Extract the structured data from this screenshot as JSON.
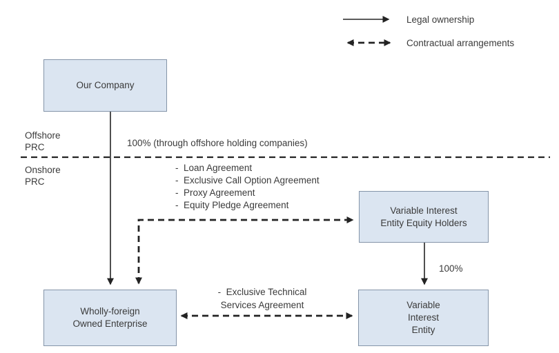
{
  "legend": {
    "legal_ownership": "Legal ownership",
    "contractual_arrangements": "Contractual arrangements"
  },
  "regions": {
    "offshore": "Offshore\nPRC",
    "onshore": "Onshore\nPRC"
  },
  "annotations": {
    "offshore_ownership": "100% (through offshore holding companies)",
    "vie_agreements": "-  Loan Agreement\n-  Exclusive Call Option Agreement\n-  Proxy Agreement\n-  Equity Pledge Agreement",
    "services_agreement": "-  Exclusive Technical\nServices Agreement",
    "equity_ownership": "100%"
  },
  "nodes": {
    "our_company": "Our Company",
    "vie_equity_holders": "Variable Interest\nEntity Equity Holders",
    "wfoe": "Wholly-foreign\nOwned Enterprise",
    "vie": "Variable\nInterest\nEntity"
  },
  "colors": {
    "node_fill": "#dbe5f1",
    "node_border": "#8494a8",
    "connector": "#232323",
    "text": "#3a3a3a"
  }
}
